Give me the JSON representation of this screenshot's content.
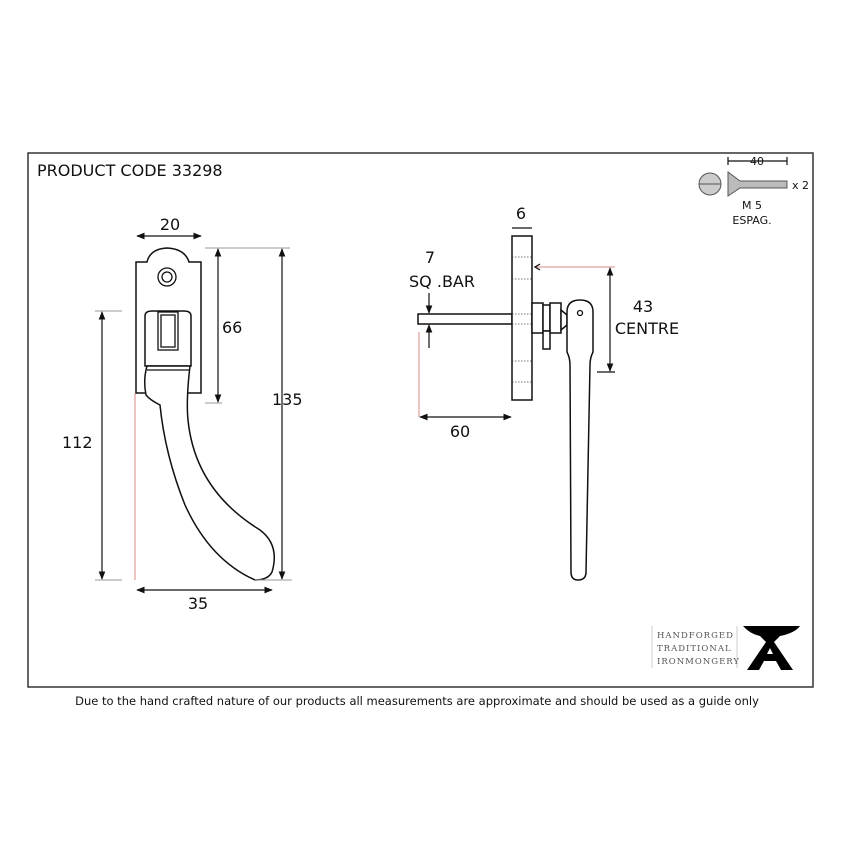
{
  "product_code": "PRODUCT CODE 33298",
  "screw": {
    "length": "40",
    "size": "M 5",
    "type": "ESPAG.",
    "quantity": "x 2"
  },
  "front_view": {
    "width": "20",
    "backplate_height": "66",
    "total_height": "135",
    "handle_height": "112",
    "projection": "35"
  },
  "side_view": {
    "plate_thickness": "6",
    "bar_size": "7",
    "bar_label": "SQ .BAR",
    "bar_length": "60",
    "centre_value": "43",
    "centre_label": "CENTRE"
  },
  "logo": {
    "line1": "HANDFORGED",
    "line2": "TRADITIONAL",
    "line3": "IRONMONGERY"
  },
  "disclaimer": "Due to the hand crafted nature of our products all measurements are approximate and should be used as a guide only",
  "colors": {
    "line": "#111111",
    "dimension_red": "#d88a8a",
    "frame": "#333333"
  }
}
